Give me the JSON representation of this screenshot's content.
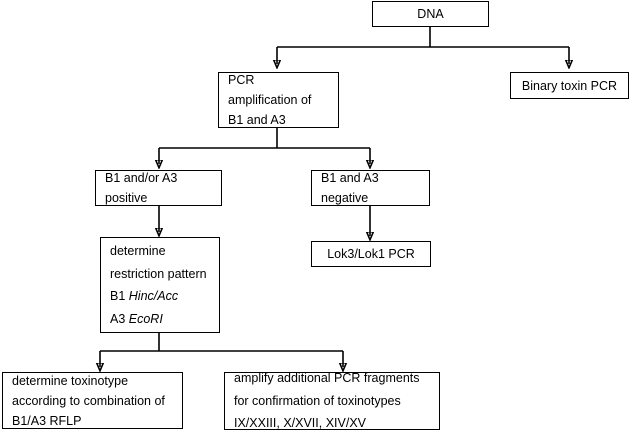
{
  "diagram": {
    "title": "Toxinotyping PCR-RFLP workflow",
    "stroke_color": "#000000",
    "background_color": "#ffffff",
    "nodes": [
      {
        "id": "dna",
        "name": "dna",
        "lines": [
          "DNA"
        ],
        "align": "center"
      },
      {
        "id": "binary-toxin-pcr",
        "name": "binary-toxin-pcr",
        "lines": [
          "Binary toxin PCR"
        ],
        "align": "center"
      },
      {
        "id": "pcr-amplification",
        "name": "pcr-amplification",
        "lines": [
          "PCR",
          "amplification of",
          "B1 and A3"
        ],
        "align": "left"
      },
      {
        "id": "b1-andor-a3-positive",
        "name": "b1-andor-a3-positive",
        "lines": [
          "B1 and/or A3",
          "positive"
        ],
        "align": "left"
      },
      {
        "id": "b1-and-a3-negative",
        "name": "b1-and-a3-negative",
        "lines": [
          "B1 and A3",
          "negative"
        ],
        "align": "left"
      },
      {
        "id": "lok3-lok1-pcr",
        "name": "lok3-lok1-pcr",
        "lines": [
          "Lok3/Lok1 PCR"
        ],
        "align": "center"
      },
      {
        "id": "determine-restriction-pattern",
        "name": "determine-restriction-pattern",
        "lines": [
          "determine",
          "restriction pattern",
          "B1 Hinc/Acc",
          "A3 EcoRI"
        ],
        "italic_parts": [
          "Hinc/Acc",
          "EcoRI"
        ],
        "align": "left"
      },
      {
        "id": "determine-toxinotype",
        "name": "determine-toxinotype",
        "lines": [
          "determine toxinotype",
          "according to combination of",
          "B1/A3 RFLP"
        ],
        "align": "left"
      },
      {
        "id": "amplify-additional-fragments",
        "name": "amplify-additional-fragments",
        "lines": [
          "amplify additional PCR fragments",
          "for confirmation of toxinotypes",
          "IX/XXIII, X/XVII, XIV/XV"
        ],
        "align": "left"
      }
    ],
    "edges": [
      {
        "from": "dna",
        "to": "pcr-amplification",
        "arrow": true
      },
      {
        "from": "dna",
        "to": "binary-toxin-pcr",
        "arrow": true
      },
      {
        "from": "pcr-amplification",
        "to": "b1-andor-a3-positive",
        "arrow": true
      },
      {
        "from": "pcr-amplification",
        "to": "b1-and-a3-negative",
        "arrow": true
      },
      {
        "from": "b1-andor-a3-positive",
        "to": "determine-restriction-pattern",
        "arrow": true
      },
      {
        "from": "b1-and-a3-negative",
        "to": "lok3-lok1-pcr",
        "arrow": true
      },
      {
        "from": "determine-restriction-pattern",
        "to": "determine-toxinotype",
        "arrow": true
      },
      {
        "from": "determine-restriction-pattern",
        "to": "amplify-additional-fragments",
        "arrow": true
      }
    ]
  },
  "text": {
    "dna": "DNA",
    "binary_toxin_pcr": "Binary toxin PCR",
    "pcr_l1": "PCR",
    "pcr_l2": "amplification of",
    "pcr_l3": "B1 and A3",
    "pos_l1": "B1 and/or A3",
    "pos_l2": "positive",
    "neg_l1": "B1 and A3",
    "neg_l2": "negative",
    "lok": "Lok3/Lok1 PCR",
    "rp_l1": "determine",
    "rp_l2": "restriction pattern",
    "rp_l3_prefix": "B1 ",
    "rp_l3_enzyme": "Hinc/Acc",
    "rp_l4_prefix": "A3 ",
    "rp_l4_enzyme": "EcoRI",
    "dt_l1": "determine toxinotype",
    "dt_l2": "according to combination of",
    "dt_l3": "B1/A3 RFLP",
    "af_l1": "amplify additional PCR fragments",
    "af_l2": "for confirmation of toxinotypes",
    "af_l3": "IX/XXIII, X/XVII, XIV/XV"
  }
}
